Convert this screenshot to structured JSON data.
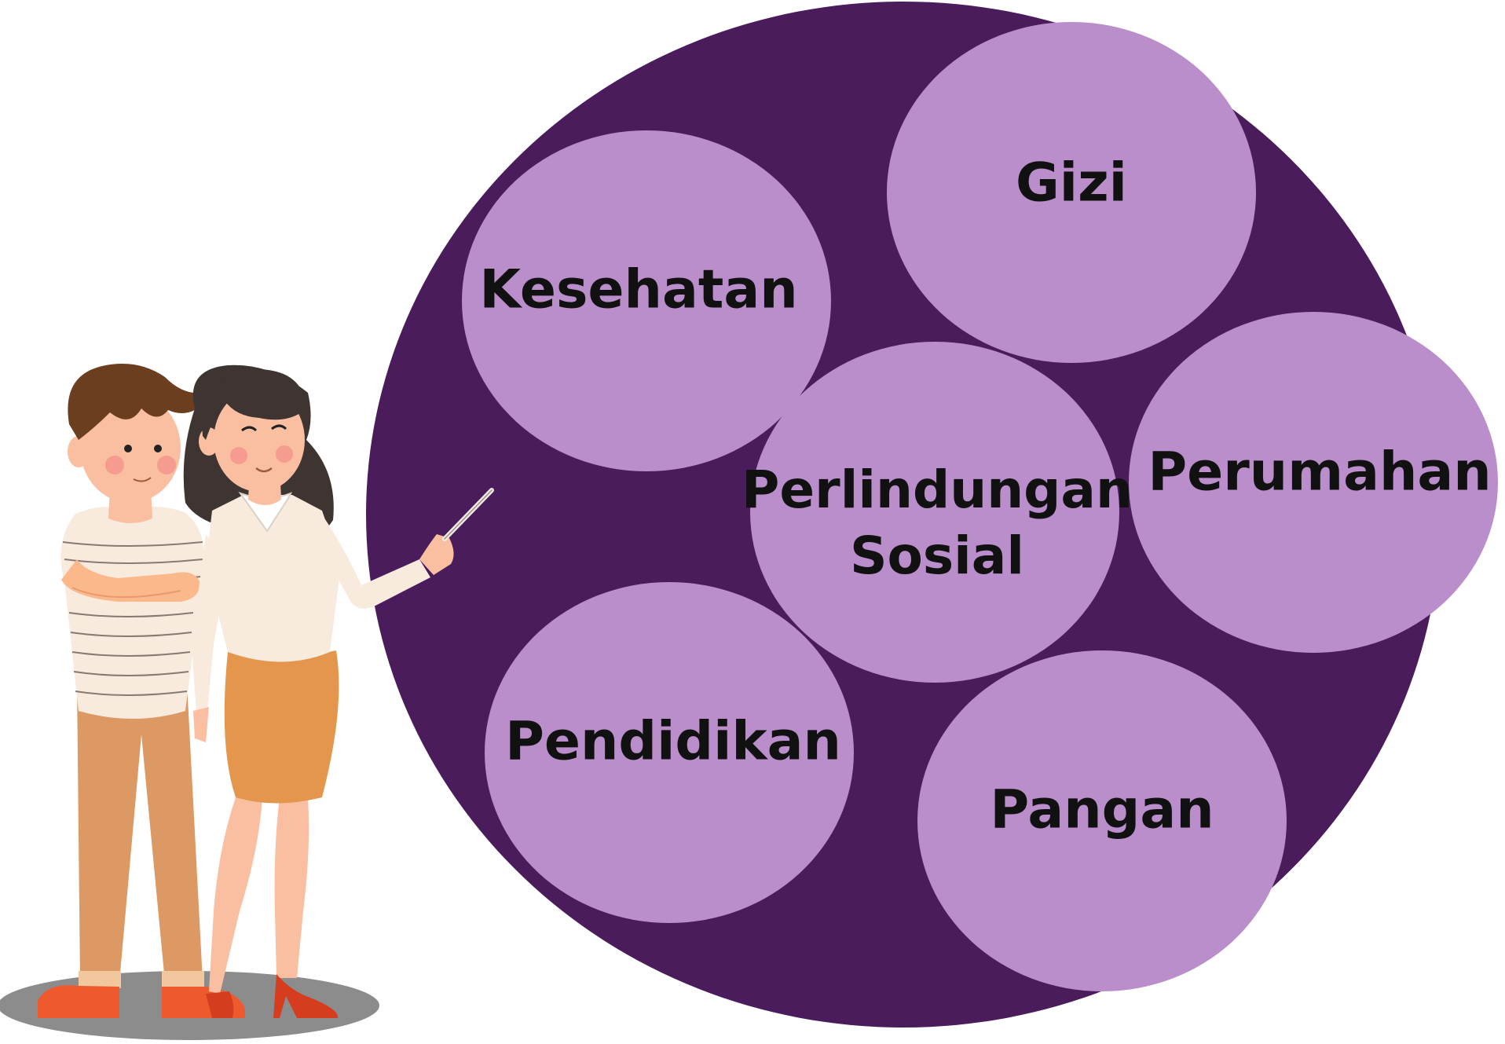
{
  "diagram": {
    "background_color": "#4a1c5c",
    "bubble_color": "#b98ecb",
    "text_color": "#111111",
    "topics": [
      {
        "id": "kesehatan",
        "lines": [
          "Kesehatan"
        ]
      },
      {
        "id": "gizi",
        "lines": [
          "Gizi"
        ]
      },
      {
        "id": "perlindungan-sosial",
        "lines": [
          "Perlindungan",
          "Sosial"
        ]
      },
      {
        "id": "perumahan",
        "lines": [
          "Perumahan"
        ]
      },
      {
        "id": "pendidikan",
        "lines": [
          "Pendidikan"
        ]
      },
      {
        "id": "pangan",
        "lines": [
          "Pangan"
        ]
      }
    ]
  },
  "illustration": {
    "people": [
      "man-crossed-arms",
      "woman-with-pointer"
    ],
    "skin_color": "#f9bfa0",
    "shirt_color": "#f8eadc",
    "skirt_color": "#e4964c",
    "pants_color": "#dc9964",
    "shoe_color": "#ee5a2e",
    "shadow_color": "#8c8c8c"
  }
}
